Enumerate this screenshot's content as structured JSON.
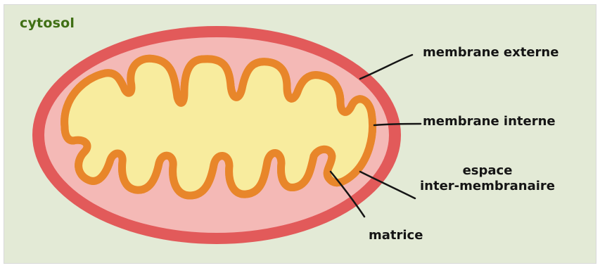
{
  "colors": {
    "background": "#e3ead6",
    "outer_membrane": "#e25a5a",
    "intermembrane_space": "#f4b9b6",
    "inner_membrane": "#e8862a",
    "matrix": "#f8ec9e",
    "cytosol_text": "#3f6f14",
    "label_text": "#151515"
  },
  "labels": {
    "cytosol": "cytosol",
    "outer_membrane": "membrane externe",
    "inner_membrane": "membrane interne",
    "intermembrane_space_line1": "espace",
    "intermembrane_space_line2": "inter-membranaire",
    "matrix": "matrice"
  }
}
